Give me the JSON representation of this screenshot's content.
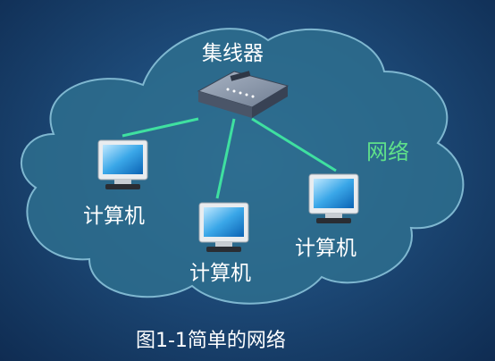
{
  "hub": {
    "label": "集线器"
  },
  "network": {
    "label": "网络"
  },
  "computers": [
    {
      "label": "计算机"
    },
    {
      "label": "计算机"
    },
    {
      "label": "计算机"
    }
  ],
  "caption": "图1-1简单的网络",
  "colors": {
    "background": "#1d4a78",
    "cloud_fill": "#2e6f8e",
    "cloud_stroke": "#7fb7d0",
    "link": "#3fe0a0",
    "network_label": "#5fe08a",
    "text": "#ffffff"
  },
  "icons": {
    "hub": "network-hub-icon",
    "computer": "computer-monitor-icon"
  }
}
